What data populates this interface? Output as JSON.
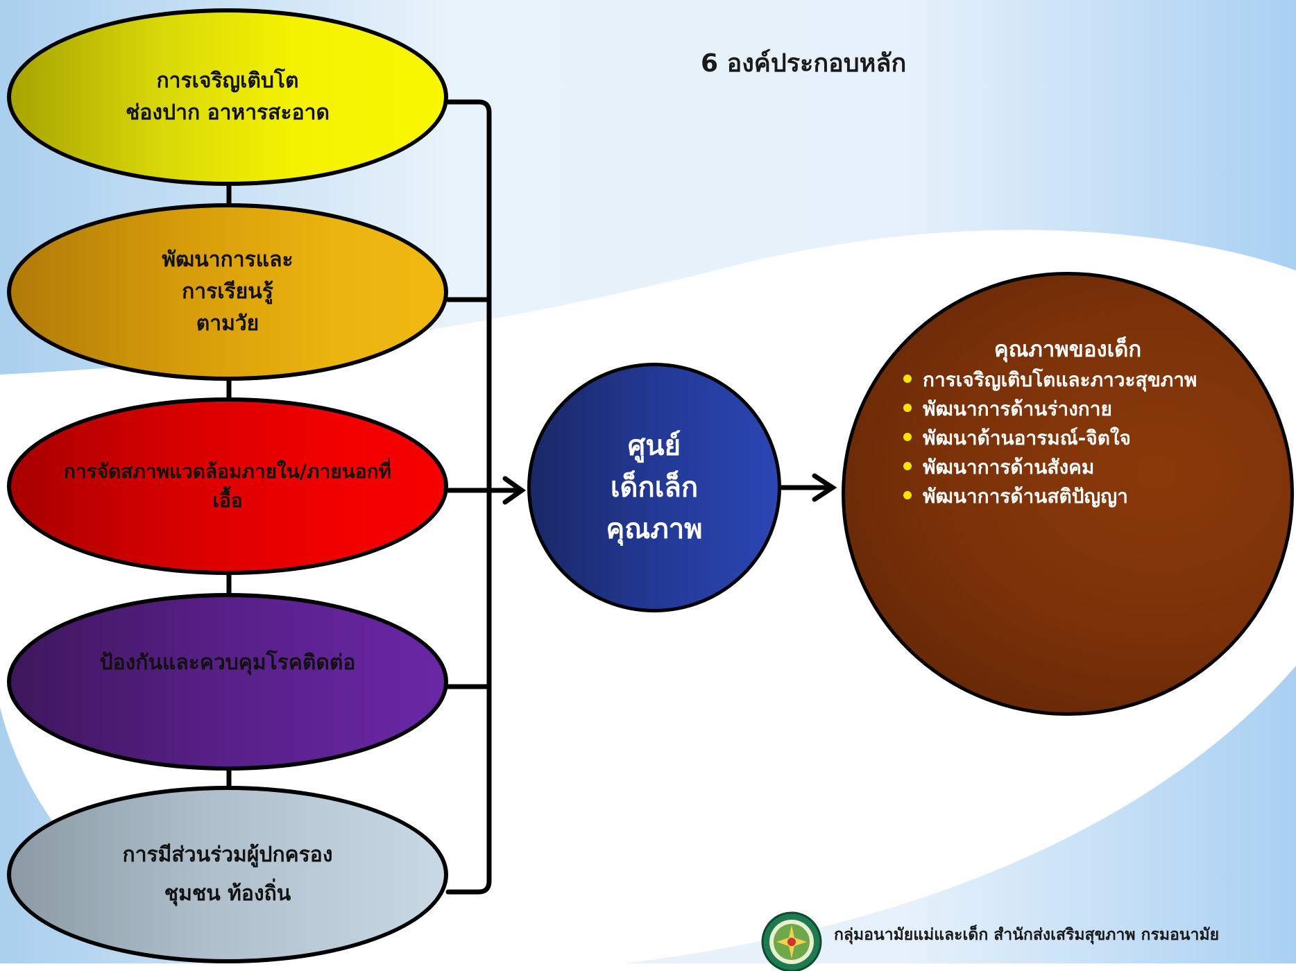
{
  "title": "6 องค์ประกอบหลัก",
  "components": [
    {
      "lines": [
        "การเจริญเติบโต",
        "ช่องปาก อาหารสะอาด"
      ]
    },
    {
      "lines": [
        "พัฒนาการและ",
        "การเรียนรู้",
        "ตามวัย"
      ]
    },
    {
      "lines": [
        "การจัดสภาพแวดล้อมภายใน/ภายนอกที่",
        "เอื้อ"
      ]
    },
    {
      "lines": [
        "ป้องกันและควบคุมโรคติดต่อ"
      ]
    },
    {
      "lines": [
        "การมีส่วนร่วมผู้ปกครอง",
        "ชุมชน ท้องถิ่น"
      ]
    }
  ],
  "center": {
    "lines": [
      "ศูนย์",
      "เด็กเล็ก",
      "คุณภาพ"
    ]
  },
  "outcome": {
    "title": "คุณภาพของเด็ก",
    "items": [
      "การเจริญเติบโตและภาวะสุขภาพ",
      "พัฒนาการด้านร่างกาย",
      "พัฒนาด้านอารมณ์-จิตใจ",
      "พัฒนาการด้านสังคม",
      "พัฒนาการด้านสติปัญญา"
    ]
  },
  "footer": "กลุ่มอนามัยแม่และเด็ก สำนักส่งเสริมสุขภาพ กรมอนามัย",
  "colors": {
    "yellow": "#f4f200",
    "orange": "#ecb40f",
    "red": "#f10000",
    "purple": "#6a27a6",
    "gray": "#c8d8e4",
    "center_blue": "#2a46b2",
    "outcome_brown": "#7a3108",
    "bullet": "#f5e400"
  }
}
